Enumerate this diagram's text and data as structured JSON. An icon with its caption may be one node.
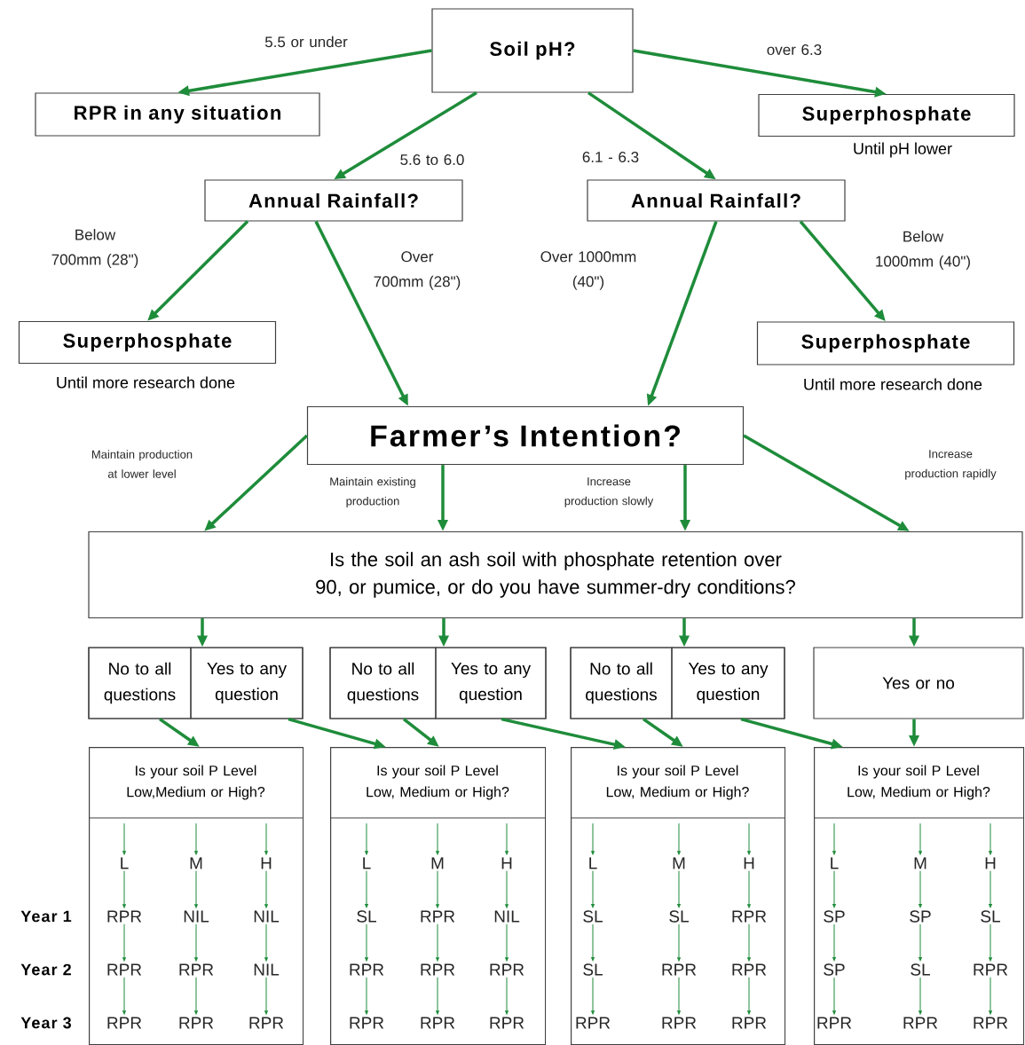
{
  "diagram": {
    "nodes": [
      {
        "text": [
          "Soil pH?"
        ]
      },
      {
        "text": [
          "RPR in any situation"
        ]
      },
      {
        "text": [
          "Superphosphate"
        ],
        "beside": [
          "Until pH lower"
        ]
      },
      {
        "text": [
          "Annual Rainfall?"
        ]
      },
      {
        "text": [
          "Annual Rainfall?"
        ]
      },
      {
        "text": [
          "Superphosphate"
        ],
        "beside": [
          "Until more research done"
        ]
      },
      {
        "text": [
          "Superphosphate"
        ],
        "beside": [
          "Until more research done"
        ]
      },
      {
        "text": [
          "Farmer’s Intention?"
        ]
      },
      {
        "text": [
          "Is the soil an ash soil with phosphate retention over 90, or pumice, or do you have summer-dry conditions?"
        ]
      },
      {
        "text": [],
        "shape": "box"
      },
      {
        "text": [
          "No to all questions"
        ],
        "in": 9
      },
      {
        "text": [
          "Yes to any question"
        ],
        "in": 9
      },
      {
        "text": [],
        "shape": "box"
      },
      {
        "text": [
          "No to all questions"
        ],
        "in": 12
      },
      {
        "text": [
          "Yes to any question"
        ],
        "in": 12
      },
      {
        "text": [],
        "shape": "box"
      },
      {
        "text": [
          "No to all questions"
        ],
        "in": 15
      },
      {
        "text": [
          "Yes to any question"
        ],
        "in": 15
      },
      {
        "text": [
          "Yes or no"
        ]
      },
      {
        "text": [
          "Is your soil P Level Low,Medium or High?"
        ]
      },
      {
        "text": [
          "L"
        ],
        "in": 19
      },
      {
        "text": [
          "M"
        ],
        "in": 19
      },
      {
        "text": [
          "H"
        ],
        "in": 19
      },
      {
        "text": [
          "RPR"
        ],
        "in": 19
      },
      {
        "text": [
          "NIL"
        ],
        "in": 19
      },
      {
        "text": [
          "NIL"
        ],
        "in": 19
      },
      {
        "text": [
          "RPR"
        ],
        "in": 19
      },
      {
        "text": [
          "RPR"
        ],
        "in": 19
      },
      {
        "text": [
          "NIL"
        ],
        "in": 19
      },
      {
        "text": [
          "RPR"
        ],
        "in": 19
      },
      {
        "text": [
          "RPR"
        ],
        "in": 19
      },
      {
        "text": [
          "RPR"
        ],
        "in": 19
      },
      {
        "text": [
          "Is your soil P Level Low, Medium or High?"
        ]
      },
      {
        "text": [
          "L"
        ],
        "in": 32
      },
      {
        "text": [
          "M"
        ],
        "in": 32
      },
      {
        "text": [
          "H"
        ],
        "in": 32
      },
      {
        "text": [
          "SL"
        ],
        "in": 32
      },
      {
        "text": [
          "RPR"
        ],
        "in": 32
      },
      {
        "text": [
          "NIL"
        ],
        "in": 32
      },
      {
        "text": [
          "RPR"
        ],
        "in": 32
      },
      {
        "text": [
          "RPR"
        ],
        "in": 32
      },
      {
        "text": [
          "RPR"
        ],
        "in": 32
      },
      {
        "text": [
          "RPR"
        ],
        "in": 32
      },
      {
        "text": [
          "RPR"
        ],
        "in": 32
      },
      {
        "text": [
          "RPR"
        ],
        "in": 32
      },
      {
        "text": [
          "Is your soil P Level Low, Medium or High?"
        ]
      },
      {
        "text": [
          "L"
        ],
        "in": 45
      },
      {
        "text": [
          "M"
        ],
        "in": 45
      },
      {
        "text": [
          "H"
        ],
        "in": 45
      },
      {
        "text": [
          "SL"
        ],
        "in": 45
      },
      {
        "text": [
          "SL"
        ],
        "in": 45
      },
      {
        "text": [
          "RPR"
        ],
        "in": 45
      },
      {
        "text": [
          "SL"
        ],
        "in": 45
      },
      {
        "text": [
          "RPR"
        ],
        "in": 45
      },
      {
        "text": [
          "RPR"
        ],
        "in": 45
      },
      {
        "text": [
          "RPR"
        ],
        "in": 45
      },
      {
        "text": [
          "RPR"
        ],
        "in": 45
      },
      {
        "text": [
          "RPR"
        ],
        "in": 45
      },
      {
        "text": [
          "Is your soil P Level Low, Medium or High?"
        ]
      },
      {
        "text": [
          "L"
        ],
        "in": 58
      },
      {
        "text": [
          "M"
        ],
        "in": 58
      },
      {
        "text": [
          "H"
        ],
        "in": 58
      },
      {
        "text": [
          "SP"
        ],
        "in": 58
      },
      {
        "text": [
          "SP"
        ],
        "in": 58
      },
      {
        "text": [
          "SL"
        ],
        "in": 58
      },
      {
        "text": [
          "SP"
        ],
        "in": 58
      },
      {
        "text": [
          "SL"
        ],
        "in": 58
      },
      {
        "text": [
          "RPR"
        ],
        "in": 58
      },
      {
        "text": [
          "RPR"
        ],
        "in": 58
      },
      {
        "text": [
          "RPR"
        ],
        "in": 58
      },
      {
        "text": [
          "RPR"
        ],
        "in": 58
      }
    ],
    "edges": [
      {
        "from": 0,
        "to": 1,
        "arrow": "to",
        "label": "5.5 or under",
        "style": "thick"
      },
      {
        "from": 0,
        "to": 3,
        "arrow": "to",
        "label": "5.6 to 6.0",
        "style": "thick"
      },
      {
        "from": 0,
        "to": 4,
        "arrow": "to",
        "label": "6.1 - 6.3",
        "style": "thick"
      },
      {
        "from": 0,
        "to": 2,
        "arrow": "to",
        "label": "over 6.3",
        "style": "thick"
      },
      {
        "from": 3,
        "to": 5,
        "arrow": "to",
        "label": "Below 700mm (28\")",
        "style": "thick"
      },
      {
        "from": 3,
        "to": 7,
        "arrow": "to",
        "label": "Over 700mm (28\")",
        "style": "thick"
      },
      {
        "from": 4,
        "to": 7,
        "arrow": "to",
        "label": "Over 1000mm (40\")",
        "style": "thick"
      },
      {
        "from": 4,
        "to": 6,
        "arrow": "to",
        "label": "Below 1000mm (40\")",
        "style": "thick"
      },
      {
        "from": 7,
        "to": 8,
        "arrow": "to",
        "label": "Maintain production at lower level",
        "style": "thick"
      },
      {
        "from": 7,
        "to": 8,
        "arrow": "to",
        "label": "Maintain existing production",
        "style": "thick"
      },
      {
        "from": 7,
        "to": 8,
        "arrow": "to",
        "label": "Increase production slowly",
        "style": "thick"
      },
      {
        "from": 7,
        "to": 8,
        "arrow": "to",
        "label": "Increase production rapidly",
        "style": "thick"
      },
      {
        "from": 8,
        "to": 9,
        "arrow": "to",
        "style": "thick"
      },
      {
        "from": 8,
        "to": 12,
        "arrow": "to",
        "style": "thick"
      },
      {
        "from": 8,
        "to": 15,
        "arrow": "to",
        "style": "thick"
      },
      {
        "from": 8,
        "to": 18,
        "arrow": "to",
        "style": "thick"
      },
      {
        "from": 10,
        "to": 19,
        "arrow": "to",
        "style": "thick"
      },
      {
        "from": 11,
        "to": 32,
        "arrow": "to",
        "style": "thick"
      },
      {
        "from": 13,
        "to": 32,
        "arrow": "to",
        "style": "thick"
      },
      {
        "from": 14,
        "to": 45,
        "arrow": "to",
        "style": "thick"
      },
      {
        "from": 16,
        "to": 45,
        "arrow": "to",
        "style": "thick"
      },
      {
        "from": 17,
        "to": 58,
        "arrow": "to",
        "style": "thick"
      },
      {
        "from": 18,
        "to": 58,
        "arrow": "to",
        "style": "thick"
      },
      {
        "from": null,
        "to": 20,
        "arrow": "to"
      },
      {
        "from": null,
        "to": 21,
        "arrow": "to"
      },
      {
        "from": null,
        "to": 22,
        "arrow": "to"
      },
      {
        "from": 20,
        "to": 23,
        "arrow": "to"
      },
      {
        "from": 21,
        "to": 24,
        "arrow": "to"
      },
      {
        "from": 22,
        "to": 25,
        "arrow": "to"
      },
      {
        "from": 23,
        "to": 26,
        "arrow": "to"
      },
      {
        "from": 24,
        "to": 27,
        "arrow": "to"
      },
      {
        "from": 25,
        "to": 28,
        "arrow": "to"
      },
      {
        "from": 26,
        "to": 29,
        "arrow": "to"
      },
      {
        "from": 27,
        "to": 30,
        "arrow": "to"
      },
      {
        "from": 28,
        "to": 31,
        "arrow": "to"
      },
      {
        "from": null,
        "to": 33,
        "arrow": "to"
      },
      {
        "from": null,
        "to": 34,
        "arrow": "to"
      },
      {
        "from": null,
        "to": 35,
        "arrow": "to"
      },
      {
        "from": 33,
        "to": 36,
        "arrow": "to"
      },
      {
        "from": 34,
        "to": 37,
        "arrow": "to"
      },
      {
        "from": 35,
        "to": 38,
        "arrow": "to"
      },
      {
        "from": 36,
        "to": 39,
        "arrow": "to"
      },
      {
        "from": 37,
        "to": 40,
        "arrow": "to"
      },
      {
        "from": 38,
        "to": 41,
        "arrow": "to"
      },
      {
        "from": 39,
        "to": 42,
        "arrow": "to"
      },
      {
        "from": 40,
        "to": 43,
        "arrow": "to"
      },
      {
        "from": 41,
        "to": 44,
        "arrow": "to"
      },
      {
        "from": null,
        "to": 46,
        "arrow": "to"
      },
      {
        "from": null,
        "to": 47,
        "arrow": "to"
      },
      {
        "from": null,
        "to": 48,
        "arrow": "to"
      },
      {
        "from": 46,
        "to": 49,
        "arrow": "to"
      },
      {
        "from": 47,
        "to": 50,
        "arrow": "to"
      },
      {
        "from": 48,
        "to": 51,
        "arrow": "to"
      },
      {
        "from": 49,
        "to": 52,
        "arrow": "to"
      },
      {
        "from": 50,
        "to": 53,
        "arrow": "to"
      },
      {
        "from": 51,
        "to": 54,
        "arrow": "to"
      },
      {
        "from": 52,
        "to": 55,
        "arrow": "to"
      },
      {
        "from": 53,
        "to": 56,
        "arrow": "to"
      },
      {
        "from": 54,
        "to": 57,
        "arrow": "to"
      },
      {
        "from": null,
        "to": 59,
        "arrow": "to"
      },
      {
        "from": null,
        "to": 60,
        "arrow": "to"
      },
      {
        "from": null,
        "to": 61,
        "arrow": "to"
      },
      {
        "from": 59,
        "to": 62,
        "arrow": "to"
      },
      {
        "from": 60,
        "to": 63,
        "arrow": "to"
      },
      {
        "from": 61,
        "to": 64,
        "arrow": "to"
      },
      {
        "from": 62,
        "to": 65,
        "arrow": "to"
      },
      {
        "from": 63,
        "to": 66,
        "arrow": "to"
      },
      {
        "from": 64,
        "to": 67,
        "arrow": "to"
      },
      {
        "from": 65,
        "to": 68,
        "arrow": "to"
      },
      {
        "from": 66,
        "to": 69,
        "arrow": "to"
      },
      {
        "from": 67,
        "to": 70,
        "arrow": "to"
      }
    ],
    "labels": [
      "Year 1",
      "Year 2",
      "Year 3"
    ]
  }
}
